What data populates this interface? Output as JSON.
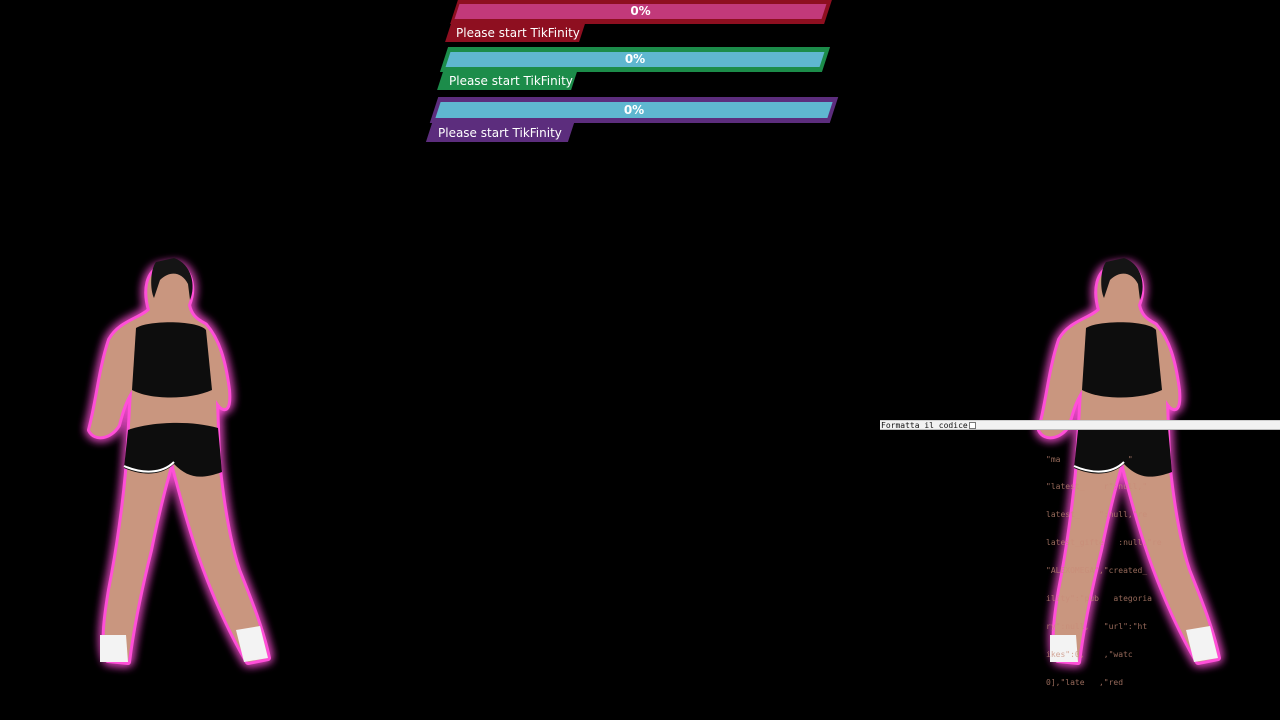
{
  "goals": [
    {
      "percent": "0%",
      "label": "Please start TikFinity",
      "frame_color": "#8e0f20",
      "bar_color": "#c2397a",
      "tab_color": "#8e0f20"
    },
    {
      "percent": "0%",
      "label": "Please start TikFinity",
      "frame_color": "#1c8c4a",
      "bar_color": "#5fb7d0",
      "tab_color": "#1c8c4a"
    },
    {
      "percent": "0%",
      "label": "Please start TikFinity",
      "frame_color": "#5c2d7d",
      "bar_color": "#5fb7d0",
      "tab_color": "#5c2d7d"
    }
  ],
  "code_overlay": {
    "header_label": "Formatta il codice",
    "lines": [
      "\"ma              \"",
      "\"latest_    r\":null,\"",
      "latest_    \":null,\"re",
      "latest_gifte   :null,\"re",
      "\"ALEXOMEGA\",\"created_",
      "ility\":\"pub   ategoria",
      "ry\":null,   \"url\":\"ht",
      "ikes\":0,    ,\"watc",
      "0],\"late   ,\"red"
    ]
  },
  "colors": {
    "background": "#000000",
    "glow": "#ff4fd8"
  }
}
